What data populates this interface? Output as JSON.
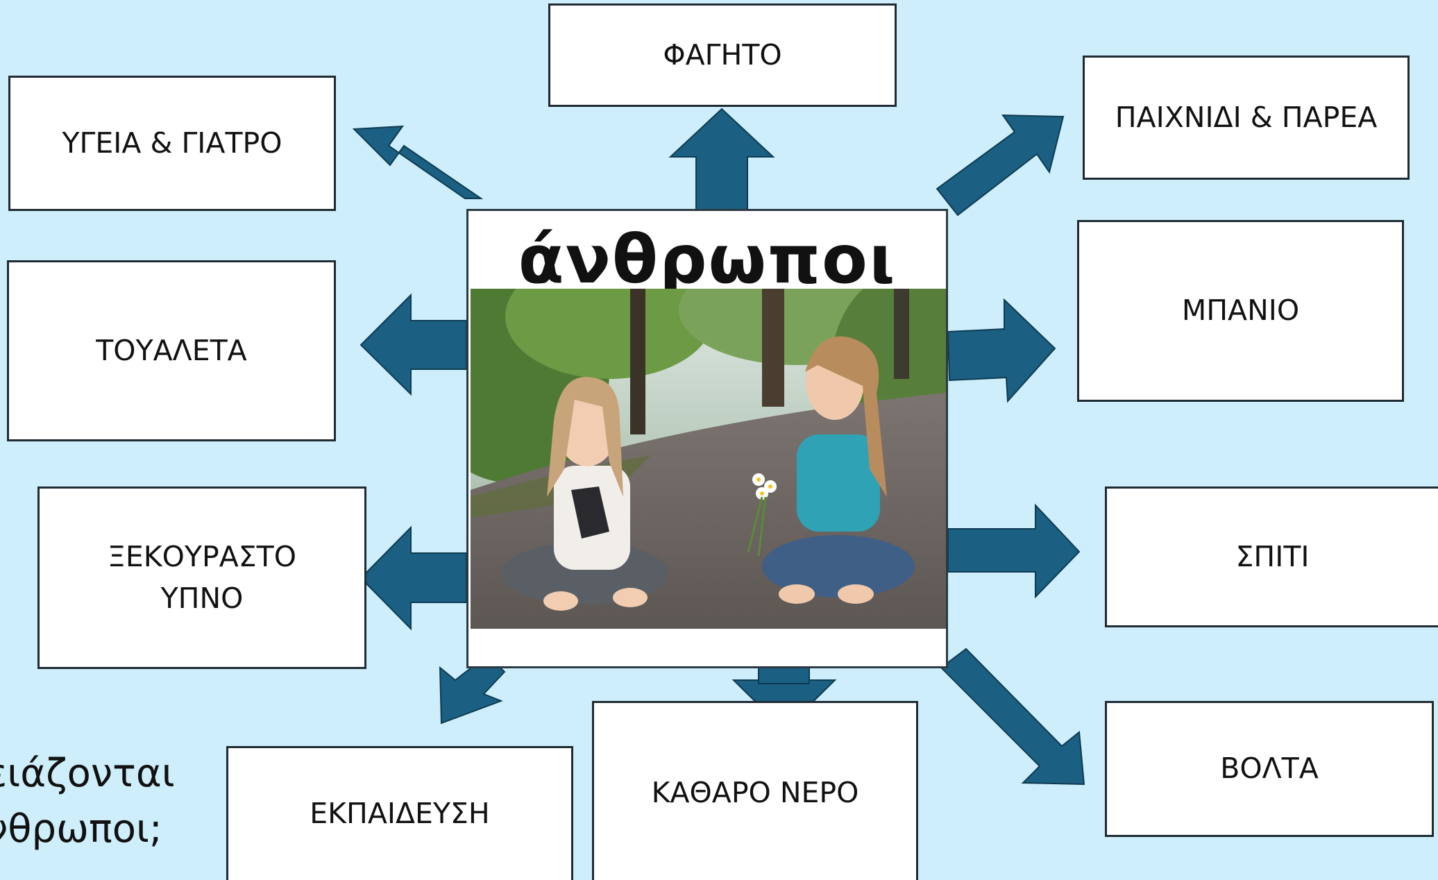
{
  "center": {
    "title": "άνθρωποι"
  },
  "needs": {
    "food": "ΦΑΓΗΤΟ",
    "health": "ΥΓΕΙΑ & ΓΙΑΤΡΟ",
    "play": "ΠΑΙΧΝΙΔΙ & ΠΑΡΕΑ",
    "toilet": "ΤΟΥΑΛΕΤΑ",
    "bath": "ΜΠΑΝΙΟ",
    "sleep_line1": "ΞΕΚΟΥΡΑΣΤΟ",
    "sleep_line2": "ΥΠΝΟ",
    "home": "ΣΠΙΤΙ",
    "education": "ΕΚΠΑΙΔΕΥΣΗ",
    "water": "ΚΑΘΑΡΟ ΝΕΡΟ",
    "walk": "ΒΟΛΤΑ"
  },
  "question": {
    "line1": "ειάζονται",
    "line2": "νθρωποι;"
  },
  "colors": {
    "background": "#cdeefa",
    "arrow": "#1b5f82",
    "box_border": "#1f2a33"
  }
}
